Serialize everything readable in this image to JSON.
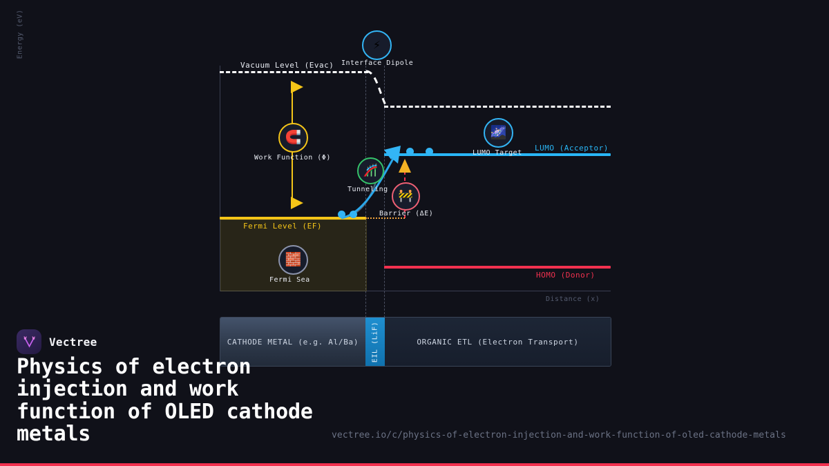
{
  "brand": {
    "name": "Vectree",
    "logo_icon": "vectree-logo-icon"
  },
  "title": "Physics of electron injection and work function of OLED cathode metals",
  "footer_url": "vectree.io/c/physics-of-electron-injection-and-work-function-of-oled-cathode-metals",
  "accent_color": "#f2314f",
  "chart_data": {
    "type": "diagram",
    "title": "OLED cathode / organic interface energy band diagram",
    "xlabel": "Distance (x)",
    "ylabel": "Energy (eV)",
    "grid": false,
    "legend": "none",
    "levels": [
      {
        "name": "Vacuum Level (Evac)",
        "label": "Vacuum Level (Evac)",
        "style": "dashed",
        "color": "#ffffff",
        "segment": "metal-side",
        "energy_note": "higher on metal side, drops across interface dipole"
      },
      {
        "name": "Vacuum Level (Evac) shifted",
        "label": "",
        "style": "dashed",
        "color": "#ffffff",
        "segment": "organic-side",
        "energy_note": "lowered by interface dipole step"
      },
      {
        "name": "Fermi Level (EF)",
        "label": "Fermi Level (EF)",
        "style": "solid",
        "color": "#f5c518",
        "segment": "metal-side"
      },
      {
        "name": "LUMO (Acceptor)",
        "label": "LUMO (Acceptor)",
        "style": "solid",
        "color": "#29b6f6",
        "segment": "organic-side"
      },
      {
        "name": "HOMO (Donor)",
        "label": "HOMO (Donor)",
        "style": "solid",
        "color": "#f2314f",
        "segment": "organic-side"
      }
    ],
    "annotations": [
      {
        "id": "work-function",
        "label": "Work Function (Φ)",
        "icon": "magnet-icon",
        "icon_glyph": "🧲",
        "color": "#f5c518",
        "arrow": "double-headed vertical, Evac to EF"
      },
      {
        "id": "interface-dipole",
        "label": "Interface Dipole",
        "icon": "lightning-icon",
        "icon_glyph": "⚡",
        "color": "#33b5f5"
      },
      {
        "id": "tunneling",
        "label": "Tunneling",
        "icon": "roller-coaster-icon",
        "icon_glyph": "🎢",
        "color": "#35c46a"
      },
      {
        "id": "barrier",
        "label": "Barrier (ΔE)",
        "icon": "construction-barrier-icon",
        "icon_glyph": "🚧",
        "color": "#ef6074",
        "arrow": "upward, EF to LUMO"
      },
      {
        "id": "lumo-target",
        "label": "LUMO Target",
        "icon": "galaxy-icon",
        "icon_glyph": "🌌",
        "color": "#33b5f5"
      },
      {
        "id": "fermi-sea",
        "label": "Fermi Sea",
        "icon": "brick-wall-icon",
        "icon_glyph": "🧱",
        "color": "#8b93ab"
      }
    ],
    "carriers": {
      "name": "electrons",
      "color": "#33b5f5",
      "on_fermi_level": 2,
      "on_lumo_level": 2,
      "injection_path": "curved arrow from Fermi level up into LUMO"
    },
    "layers": [
      {
        "id": "cathode",
        "label": "CATHODE METAL (e.g. Al/Ba)"
      },
      {
        "id": "eil",
        "label": "EIL (LiF)"
      },
      {
        "id": "etl",
        "label": "ORGANIC ETL (Electron Transport)"
      }
    ]
  }
}
